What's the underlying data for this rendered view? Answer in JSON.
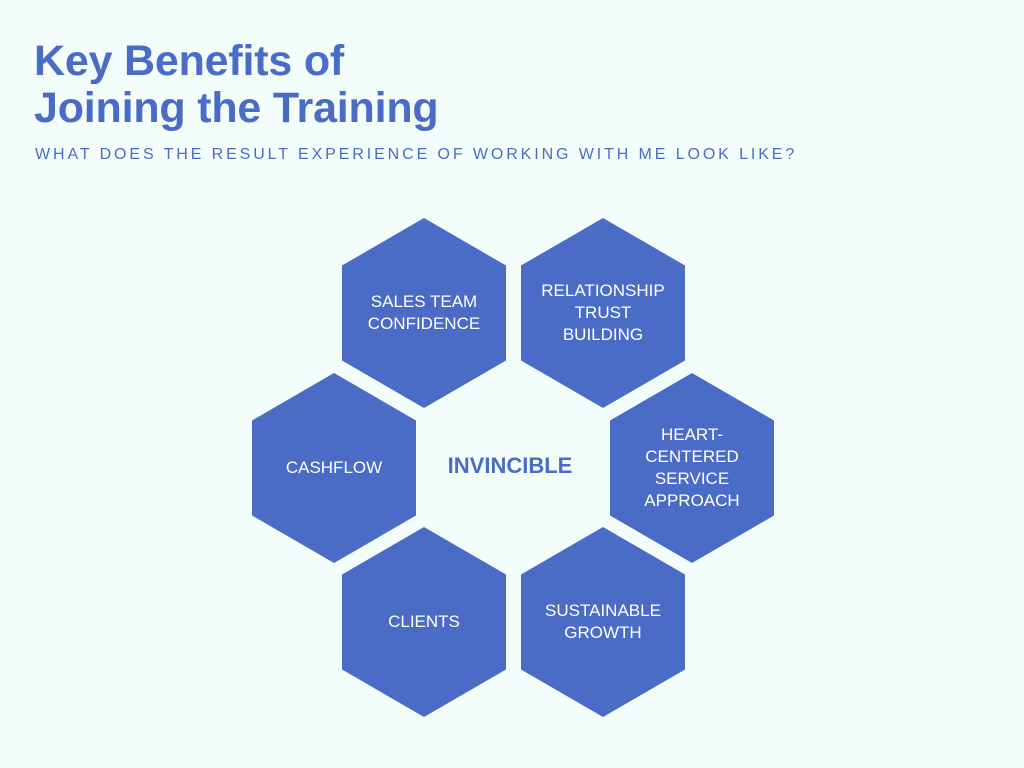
{
  "header": {
    "title_line1": "Key Benefits of",
    "title_line2": "Joining the Training",
    "subtitle": "WHAT DOES THE RESULT EXPERIENCE OF WORKING WITH ME LOOK LIKE?"
  },
  "diagram": {
    "center_label": "INVINCIBLE",
    "hexagons": {
      "sales_team_confidence": [
        "SALES TEAM",
        "CONFIDENCE"
      ],
      "relationship_trust_building": [
        "RELATIONSHIP",
        "TRUST",
        "BUILDING"
      ],
      "cashflow": [
        "CASHFLOW"
      ],
      "heart_centered_service_approach": [
        "HEART-",
        "CENTERED",
        "SERVICE",
        "APPROACH"
      ],
      "clients": [
        "CLIENTS"
      ],
      "sustainable_growth": [
        "SUSTAINABLE",
        "GROWTH"
      ]
    },
    "colors": {
      "hexagon_fill": "#4a6cc7",
      "accent_text": "#4a6cc7",
      "background": "#f3fdfb",
      "hexagon_text": "#ffffff"
    }
  }
}
